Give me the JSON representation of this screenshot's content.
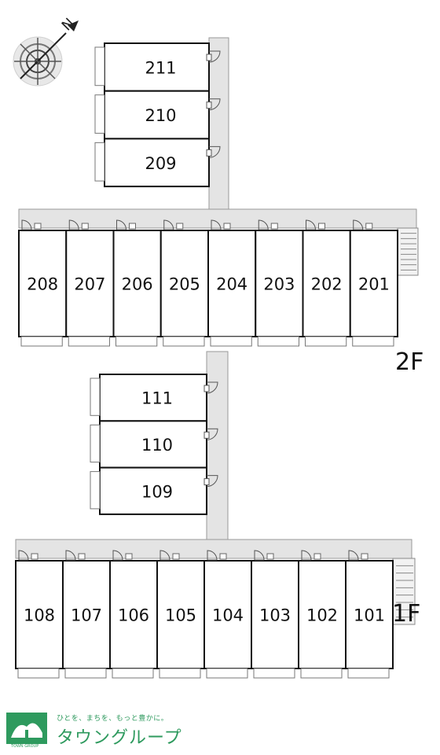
{
  "floors": [
    {
      "label": "2F",
      "upper_rooms": [
        "211",
        "210",
        "209"
      ],
      "lower_rooms": [
        "208",
        "207",
        "206",
        "205",
        "204",
        "203",
        "202",
        "201"
      ]
    },
    {
      "label": "1F",
      "upper_rooms": [
        "111",
        "110",
        "109"
      ],
      "lower_rooms": [
        "108",
        "107",
        "106",
        "105",
        "104",
        "103",
        "102",
        "101"
      ]
    }
  ],
  "compass": {
    "label": "N"
  },
  "logo": {
    "tagline": "ひとを、まちを、もっと豊かに。",
    "name": "タウングループ",
    "small": "TOWN GROUP"
  },
  "colors": {
    "corridor": "#e4e4e4",
    "wall": "#111111",
    "logo": "#2e9a5e"
  }
}
